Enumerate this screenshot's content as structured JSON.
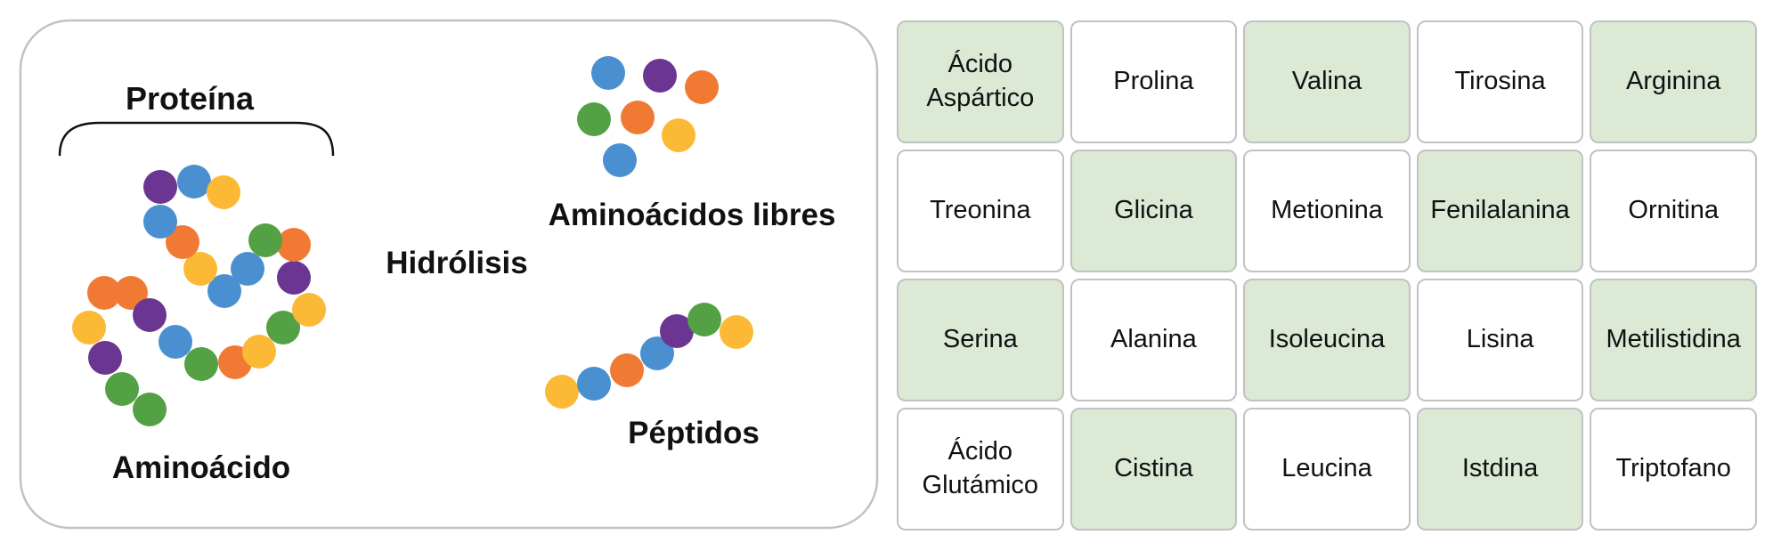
{
  "diagram": {
    "label_protein": "Proteína",
    "label_amino_acid": "Aminoácido",
    "label_hydrolysis": "Hidrólisis",
    "label_free_amino_acids": "Aminoácidos libres",
    "label_peptides": "Péptidos",
    "colors": {
      "blue": "#4a90d0",
      "purple": "#6b3592",
      "orange": "#f07a34",
      "yellow": "#fbb935",
      "green": "#53a045"
    }
  },
  "amino_acids": {
    "highlight_color": "#dbe9d5",
    "cells": [
      {
        "name": "Ácido\nAspártico",
        "highlighted": true
      },
      {
        "name": "Prolina",
        "highlighted": false
      },
      {
        "name": "Valina",
        "highlighted": true
      },
      {
        "name": "Tirosina",
        "highlighted": false
      },
      {
        "name": "Arginina",
        "highlighted": true
      },
      {
        "name": "Treonina",
        "highlighted": false
      },
      {
        "name": "Glicina",
        "highlighted": true
      },
      {
        "name": "Metionina",
        "highlighted": false
      },
      {
        "name": "Fenilalanina",
        "highlighted": true
      },
      {
        "name": "Ornitina",
        "highlighted": false
      },
      {
        "name": "Serina",
        "highlighted": true
      },
      {
        "name": "Alanina",
        "highlighted": false
      },
      {
        "name": "Isoleucina",
        "highlighted": true
      },
      {
        "name": "Lisina",
        "highlighted": false
      },
      {
        "name": "Metilistidina",
        "highlighted": true
      },
      {
        "name": "Ácido\nGlutámico",
        "highlighted": false
      },
      {
        "name": "Cistina",
        "highlighted": true
      },
      {
        "name": "Leucina",
        "highlighted": false
      },
      {
        "name": "Istdina",
        "highlighted": true
      },
      {
        "name": "Triptofano",
        "highlighted": false
      }
    ]
  }
}
